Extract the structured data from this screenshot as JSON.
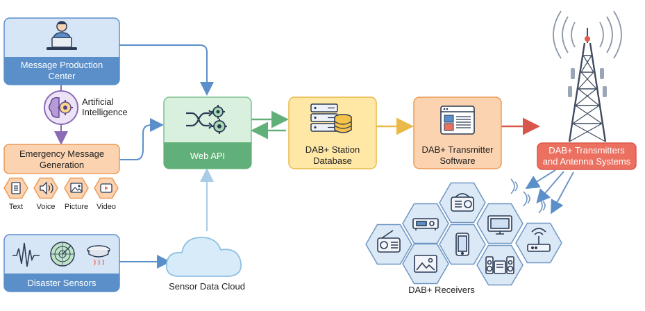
{
  "nodes": {
    "message_production": {
      "line1": "Message Production",
      "line2": "Center"
    },
    "ai": {
      "line1": "Artificial",
      "line2": "Intelligence"
    },
    "emergency": {
      "line1": "Emergency Message",
      "line2": "Generation"
    },
    "media": [
      "Text",
      "Voice",
      "Picture",
      "Video"
    ],
    "sensors": {
      "label": "Disaster Sensors"
    },
    "cloud": {
      "label": "Sensor Data Cloud"
    },
    "web_api": {
      "label": "Web API"
    },
    "station_db": {
      "line1": "DAB+ Station",
      "line2": "Database"
    },
    "tx_software": {
      "line1": "DAB+ Transmitter",
      "line2": "Software"
    },
    "tx_antenna": {
      "line1": "DAB+ Transmitters",
      "line2": "and Antenna Systems"
    },
    "receivers": {
      "label": "DAB+ Receivers"
    }
  },
  "colors": {
    "blue_fill": "#d6e6f7",
    "blue_stroke": "#5b8fc9",
    "blue_band": "#5b8fc9",
    "orange_fill": "#fbd3b0",
    "orange_stroke": "#ec9a55",
    "green_fill": "#d9f0df",
    "green_stroke": "#7cc08e",
    "green_band": "#62b079",
    "yellow_fill": "#ffe7a6",
    "yellow_stroke": "#e9b949",
    "red_fill": "#ec7060",
    "purple": "#8b6bb5",
    "hex_fill": "#dbe8f5",
    "hex_stroke": "#6f96c4"
  },
  "icons": [
    "user-laptop-icon",
    "brain-gear-icon",
    "document-icon",
    "speaker-icon",
    "image-icon",
    "play-icon",
    "waveform-icon",
    "radar-icon",
    "smoke-detector-icon",
    "shuffle-gears-icon",
    "server-database-icon",
    "window-app-icon",
    "radio-tower-icon",
    "radio-icon",
    "tv-icon",
    "phone-icon",
    "router-icon",
    "stereo-icon"
  ]
}
